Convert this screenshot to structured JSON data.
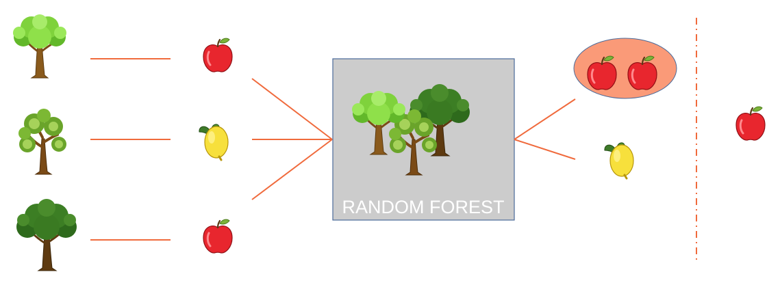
{
  "diagram": {
    "center_box": {
      "label": "RANDOM FOREST",
      "fill": "#cccccc",
      "border": "#4a6a9a"
    },
    "connector_color": "#f06a3c",
    "trees": [
      {
        "icon": "tree-light-green-icon",
        "prediction_icon": "apple-icon"
      },
      {
        "icon": "tree-green-branchy-icon",
        "prediction_icon": "lemon-icon"
      },
      {
        "icon": "tree-dark-green-icon",
        "prediction_icon": "apple-icon"
      }
    ],
    "vote_groups": [
      {
        "icon": "apple-icon",
        "count": 2,
        "highlighted": true,
        "highlight_color": "#fa9a78"
      },
      {
        "icon": "lemon-icon",
        "count": 1,
        "highlighted": false
      }
    ],
    "final_prediction": {
      "icon": "apple-icon"
    },
    "colors": {
      "apple": "#e8262e",
      "lemon": "#f7e03c",
      "leaf": "#7aa82a",
      "trunk": "#8a5a1c"
    }
  }
}
